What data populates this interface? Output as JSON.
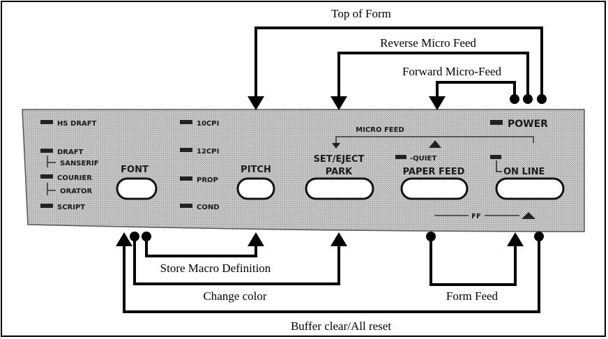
{
  "annotations": {
    "top_of_form": "Top of Form",
    "reverse_micro_feed": "Reverse Micro Feed",
    "forward_micro_feed": "Forward Micro-Feed",
    "store_macro_definition": "Store Macro Definition",
    "change_color": "Change color",
    "form_feed": "Form Feed",
    "buffer_clear": "Buffer clear/All reset"
  },
  "panel": {
    "font_indicators": [
      "HS DRAFT",
      "DRAFT",
      "SANSERIF",
      "COURIER",
      "ORATOR",
      "SCRIPT"
    ],
    "pitch_indicators": [
      "10CPI",
      "12CPI",
      "PROP",
      "COND"
    ],
    "buttons": {
      "font": "FONT",
      "pitch": "PITCH",
      "set_eject_line1": "SET/EJECT",
      "set_eject_line2": "PARK",
      "paper_feed": "PAPER FEED",
      "on_line": "ON LINE"
    },
    "micro_feed": "MICRO FEED",
    "quiet": "-QUIET",
    "power": "POWER",
    "ff": "FF"
  }
}
